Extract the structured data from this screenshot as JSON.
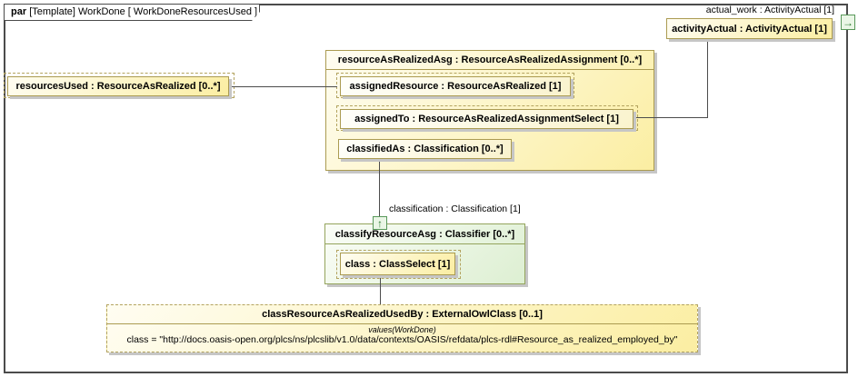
{
  "frame": {
    "keyword": "par",
    "title": "[Template] WorkDone [ WorkDoneResourcesUsed ]"
  },
  "labels": {
    "actual_work": "actual_work : ActivityActual [1]",
    "classification": "classification : Classification [1]"
  },
  "nodes": {
    "activityActual": {
      "label": "activityActual : ActivityActual [1]"
    },
    "resourcesUsed": {
      "label": "resourcesUsed : ResourceAsRealized [0..*]"
    },
    "resourceAsg": {
      "header": "resourceAsRealizedAsg : ResourceAsRealizedAssignment [0..*]",
      "parts": [
        "assignedResource : ResourceAsRealized [1]",
        "assignedTo : ResourceAsRealizedAssignmentSelect [1]",
        "classifiedAs : Classification [0..*]"
      ]
    },
    "classifyAsg": {
      "header": "classifyResourceAsg : Classifier [0..*]",
      "part": "class : ClassSelect [1]"
    },
    "externalOwl": {
      "header": "classResourceAsRealizedUsedBy : ExternalOwlClass [0..1]",
      "stereotype": "values(WorkDone)",
      "value": "class = \"http://docs.oasis-open.org/plcs/ns/plcslib/v1.0/data/contexts/OASIS/refdata/plcs-rdl#Resource_as_realized_employed_by\""
    }
  },
  "icons": {
    "port_right_arrow": "→",
    "port_up_arrow": "↑"
  },
  "colors": {
    "yellow_fill": "#fbeea2",
    "yellow_border": "#ab9b51",
    "green_fill": "#ddefd2",
    "green_border": "#94a45c",
    "port_green": "#2e7d32",
    "dash_color": "#b3a35f",
    "line_color": "#4c4c4c"
  }
}
